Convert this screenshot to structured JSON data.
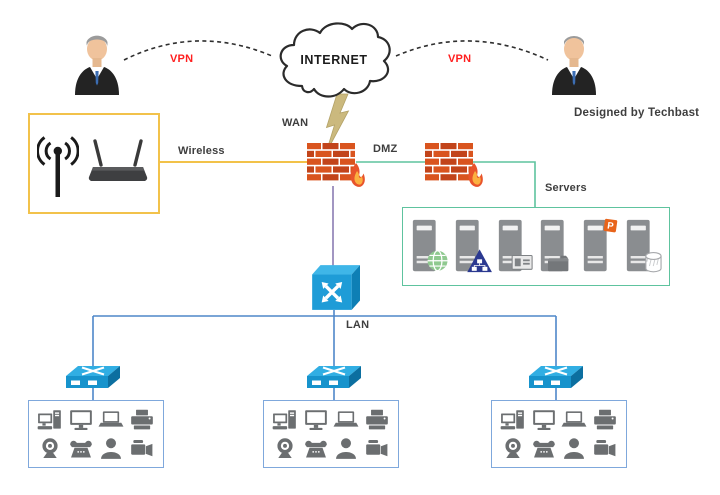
{
  "diagram": {
    "type": "network-topology",
    "credit": "Designed by Techbast"
  },
  "cloud": {
    "label": "INTERNET"
  },
  "edges": {
    "vpn_left": {
      "label": "VPN",
      "style": "dashed-arc",
      "label_color": "#ff1f1f"
    },
    "vpn_right": {
      "label": "VPN",
      "style": "dashed-arc",
      "label_color": "#ff1f1f"
    },
    "wan": {
      "label": "WAN",
      "style": "lightning-bolt",
      "color": "#c9b878"
    },
    "wireless": {
      "label": "Wireless",
      "color": "#f2c249"
    },
    "dmz": {
      "label": "DMZ",
      "color": "#5ec39e"
    },
    "lan": {
      "label": "LAN",
      "color": "#4e87c9"
    }
  },
  "nodes": {
    "remote_user_left": "remote-user",
    "remote_user_right": "remote-user",
    "firewall_outer": "firewall",
    "firewall_dmz": "firewall",
    "core_switch": "switch-cube",
    "access_switches": [
      "switch-flat",
      "switch-flat",
      "switch-flat"
    ]
  },
  "wireless_box": {
    "border_color": "#f2c24b",
    "items": [
      "antenna",
      "wireless-router"
    ]
  },
  "servers_box": {
    "label": "Servers",
    "border_color": "#5ec39e",
    "badge_letter": "P",
    "items": [
      "web-server",
      "active-directory-server",
      "contact-card-server",
      "file-server",
      "sharepoint-server",
      "database-server"
    ]
  },
  "workstation_groups": {
    "count": 3,
    "border_color": "#7fa8dc",
    "items": [
      "desktop-pc",
      "monitor",
      "laptop",
      "printer",
      "webcam",
      "desk-phone",
      "person",
      "video-camera"
    ]
  },
  "colors": {
    "connection_blue": "#4e87c9",
    "connection_purple": "#9184b8",
    "connection_green": "#5ec39e",
    "connection_yellow": "#f2c249",
    "switch_blue": "#1e9cd7",
    "firewall_brick": "#d9541e",
    "icon_gray": "#6b6e70",
    "label_text": "#3e3e3e",
    "vpn_red": "#ff1f1f"
  }
}
